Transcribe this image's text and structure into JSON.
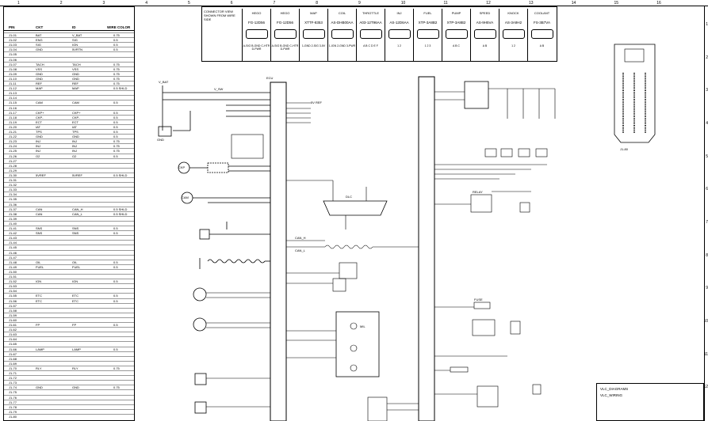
{
  "ruler_top": [
    "1",
    "2",
    "3",
    "4",
    "5",
    "6",
    "7",
    "8",
    "9",
    "10",
    "11",
    "12",
    "13",
    "14",
    "15",
    "16"
  ],
  "ruler_side": [
    "1",
    "2",
    "3",
    "4",
    "5",
    "6",
    "7",
    "8",
    "9",
    "10",
    "11",
    "12"
  ],
  "pin_table": {
    "headers": [
      "PIN",
      "CKT",
      "ID",
      "WIRE COLOR"
    ],
    "rows": [
      [
        "J1-01",
        "BAT",
        "V_BAT",
        "0.75"
      ],
      [
        "J1-02",
        "ENG",
        "SIG",
        "0.5"
      ],
      [
        "J1-03",
        "SIG",
        "IGN",
        "0.5"
      ],
      [
        "J1-04",
        "GND",
        "5VRTN",
        "0.5"
      ],
      [
        "J1-05",
        "",
        "",
        ""
      ],
      [
        "J1-06",
        "",
        "",
        ""
      ],
      [
        "J1-07",
        "TACH",
        "TACH",
        "0.75"
      ],
      [
        "J1-08",
        "VSS",
        "VSS",
        "0.75"
      ],
      [
        "J1-09",
        "GND",
        "GND",
        "0.75"
      ],
      [
        "J1-10",
        "GND",
        "GND",
        "0.75"
      ],
      [
        "J1-11",
        "REF",
        "REF",
        "0.75"
      ],
      [
        "J1-12",
        "MAP",
        "MAP",
        "0.5 SHLD"
      ],
      [
        "J1-13",
        "",
        "",
        ""
      ],
      [
        "J1-14",
        "",
        "",
        ""
      ],
      [
        "J1-15",
        "CAM",
        "CAM",
        "0.5"
      ],
      [
        "J1-16",
        "",
        "",
        ""
      ],
      [
        "J1-17",
        "CKP+",
        "CKP+",
        "0.5"
      ],
      [
        "J1-18",
        "CKP-",
        "CKP-",
        "0.5"
      ],
      [
        "J1-19",
        "ECT",
        "ECT",
        "0.5"
      ],
      [
        "J1-20",
        "IAT",
        "IAT",
        "0.5"
      ],
      [
        "J1-21",
        "TPS",
        "TPS",
        "0.5"
      ],
      [
        "J1-22",
        "GND",
        "GND",
        "0.5"
      ],
      [
        "J1-23",
        "INJ",
        "INJ",
        "0.75"
      ],
      [
        "J1-24",
        "INJ",
        "INJ",
        "0.75"
      ],
      [
        "J1-25",
        "INJ",
        "INJ",
        "0.75"
      ],
      [
        "J1-26",
        "O2",
        "O2",
        "0.5"
      ],
      [
        "J1-27",
        "",
        "",
        ""
      ],
      [
        "J1-28",
        "",
        "",
        ""
      ],
      [
        "J1-29",
        "",
        "",
        ""
      ],
      [
        "J1-30",
        "5VREF",
        "5VREF",
        "0.5 SHLD"
      ],
      [
        "J1-31",
        "",
        "",
        ""
      ],
      [
        "J1-32",
        "",
        "",
        ""
      ],
      [
        "J1-33",
        "",
        "",
        ""
      ],
      [
        "J1-34",
        "",
        "",
        ""
      ],
      [
        "J1-35",
        "",
        "",
        ""
      ],
      [
        "J1-36",
        "",
        "",
        ""
      ],
      [
        "J1-37",
        "CAN",
        "CAN_H",
        "0.5 SHLD"
      ],
      [
        "J1-38",
        "CAN",
        "CAN_L",
        "0.5 SHLD"
      ],
      [
        "J1-39",
        "",
        "",
        ""
      ],
      [
        "J1-40",
        "",
        "",
        ""
      ],
      [
        "J1-41",
        "SNS",
        "SNS",
        "0.5"
      ],
      [
        "J1-42",
        "SNS",
        "SNS",
        "0.5"
      ],
      [
        "J1-43",
        "",
        "",
        ""
      ],
      [
        "J1-44",
        "",
        "",
        ""
      ],
      [
        "J1-45",
        "",
        "",
        ""
      ],
      [
        "J1-46",
        "",
        "",
        ""
      ],
      [
        "J1-47",
        "",
        "",
        ""
      ],
      [
        "J1-48",
        "OIL",
        "OIL",
        "0.5"
      ],
      [
        "J1-49",
        "FUEL",
        "FUEL",
        "0.5"
      ],
      [
        "J1-50",
        "",
        "",
        ""
      ],
      [
        "J1-51",
        "",
        "",
        ""
      ],
      [
        "J1-52",
        "IGN",
        "IGN",
        "0.5"
      ],
      [
        "J1-53",
        "",
        "",
        ""
      ],
      [
        "J1-54",
        "",
        "",
        ""
      ],
      [
        "J1-55",
        "ETC",
        "ETC",
        "0.5"
      ],
      [
        "J1-56",
        "ETC",
        "ETC",
        "0.5"
      ],
      [
        "J1-57",
        "",
        "",
        ""
      ],
      [
        "J1-58",
        "",
        "",
        ""
      ],
      [
        "J1-59",
        "",
        "",
        ""
      ],
      [
        "J1-60",
        "",
        "",
        ""
      ],
      [
        "J1-61",
        "FP",
        "FP",
        "0.5"
      ],
      [
        "J1-62",
        "",
        "",
        ""
      ],
      [
        "J1-63",
        "",
        "",
        ""
      ],
      [
        "J1-64",
        "",
        "",
        ""
      ],
      [
        "J1-65",
        "",
        "",
        ""
      ],
      [
        "J1-66",
        "LAMP",
        "LAMP",
        "0.5"
      ],
      [
        "J1-67",
        "",
        "",
        ""
      ],
      [
        "J1-68",
        "",
        "",
        ""
      ],
      [
        "J1-69",
        "",
        "",
        ""
      ],
      [
        "J1-70",
        "RLY",
        "RLY",
        "0.75"
      ],
      [
        "J1-71",
        "",
        "",
        ""
      ],
      [
        "J1-72",
        "",
        "",
        ""
      ],
      [
        "J1-73",
        "",
        "",
        ""
      ],
      [
        "J1-74",
        "GND",
        "GND",
        "0.75"
      ],
      [
        "J1-75",
        "",
        "",
        ""
      ],
      [
        "J1-76",
        "",
        "",
        ""
      ],
      [
        "J1-77",
        "",
        "",
        ""
      ],
      [
        "J1-78",
        "",
        "",
        ""
      ],
      [
        "J1-79",
        "",
        "",
        ""
      ],
      [
        "J1-80",
        "",
        "",
        ""
      ]
    ]
  },
  "connector_panel": {
    "note": "CONNECTOR VIEW SHOWN FROM WIRE SIDE",
    "items": [
      {
        "title": "HEGO",
        "code": "FG-12D56",
        "pins": "A-SIG B-GND C-HTR D-PWR"
      },
      {
        "title": "HEGO",
        "code": "FG-12D56",
        "pins": "A-SIG B-GND C-HTR D-PWR"
      },
      {
        "title": "MAP",
        "code": "XTTF-8353",
        "pins": "1-GND 2-SIG 3-5V"
      },
      {
        "title": "COIL",
        "code": "AS-DHB00AA",
        "pins": "1-IGN 2-GND 3-PWR"
      },
      {
        "title": "THROTTLE",
        "code": "A03-12T96AA",
        "pins": "A B C D E F"
      },
      {
        "title": "INJ",
        "code": "AS-12D6AA",
        "pins": "1 2"
      },
      {
        "title": "FUEL",
        "code": "XTP-3A8B2",
        "pins": "1 2 3"
      },
      {
        "title": "PUMP",
        "code": "XTP-3A8B2",
        "pins": "A B C"
      },
      {
        "title": "SPEED",
        "code": "AS-9H5VA",
        "pins": "A B"
      },
      {
        "title": "KNOCK",
        "code": "AS-3A9H2",
        "pins": "1 2"
      },
      {
        "title": "COOLANT",
        "code": "FS-3B7VA",
        "pins": "A B"
      }
    ]
  },
  "labels": {
    "ecu_main": "ECU",
    "ecu_connector": "J1-80",
    "ckp": "CKP",
    "cam": "CAM",
    "v_bat": "V_BAT",
    "v_sw": "V_SW",
    "can_h": "CAN_H",
    "can_l": "CAN_L",
    "five_v": "5V REF",
    "gnd": "GND",
    "mil": "MIL",
    "diag": "DLC",
    "relay": "RELAY",
    "fuse": "FUSE",
    "title_line1": "VLC_DIAGRAMS",
    "title_line2": "VLC_WIRING"
  }
}
